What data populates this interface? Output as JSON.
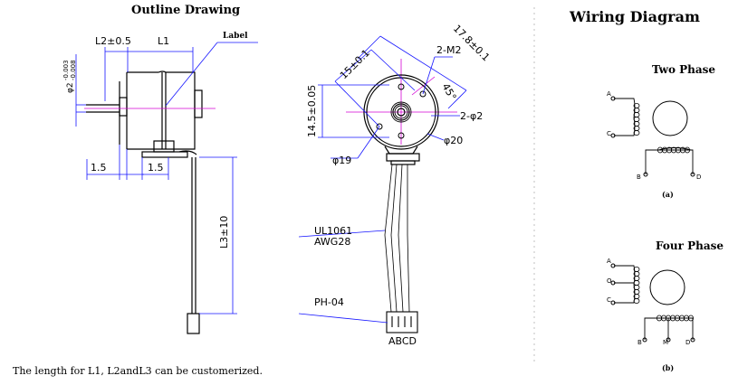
{
  "outline": {
    "title": "Outline Drawing",
    "label_callout": "Label",
    "dim_l2": "L2±0.5",
    "dim_l1": "L1",
    "dim_shaft_dia": "φ2",
    "dim_shaft_tol_upper": "-0.003",
    "dim_shaft_tol_lower": "-0.008",
    "dim_left_15": "1.5",
    "dim_bottom_15": "1.5",
    "dim_l3": "L3±10"
  },
  "front": {
    "dim_15": "15±0.1",
    "dim_178": "17.8±0.1",
    "dim_2m2": "2-M2",
    "dim_45": "45°",
    "dim_2phi2": "2-φ2",
    "dim_145": "14.5±0.05",
    "dim_phi20": "φ20",
    "dim_phi19": "φ19",
    "wire_type_1": "UL1061",
    "wire_type_2": "AWG28",
    "connector": "PH-04",
    "connector_pins": "ABCD"
  },
  "wiring": {
    "title": "Wiring Diagram",
    "two_phase": {
      "title": "Two Phase",
      "caption": "(a)",
      "pins": [
        "A",
        "C",
        "B",
        "D"
      ]
    },
    "four_phase": {
      "title": "Four Phase",
      "caption": "(b)",
      "pins": [
        "A",
        "O",
        "C",
        "B",
        "M",
        "D"
      ]
    }
  },
  "footnote": "The length for L1, L2andL3 can be customerized.",
  "colors": {
    "dimension": "#1515ff",
    "centerline": "#d400d4",
    "outline": "#000000"
  }
}
